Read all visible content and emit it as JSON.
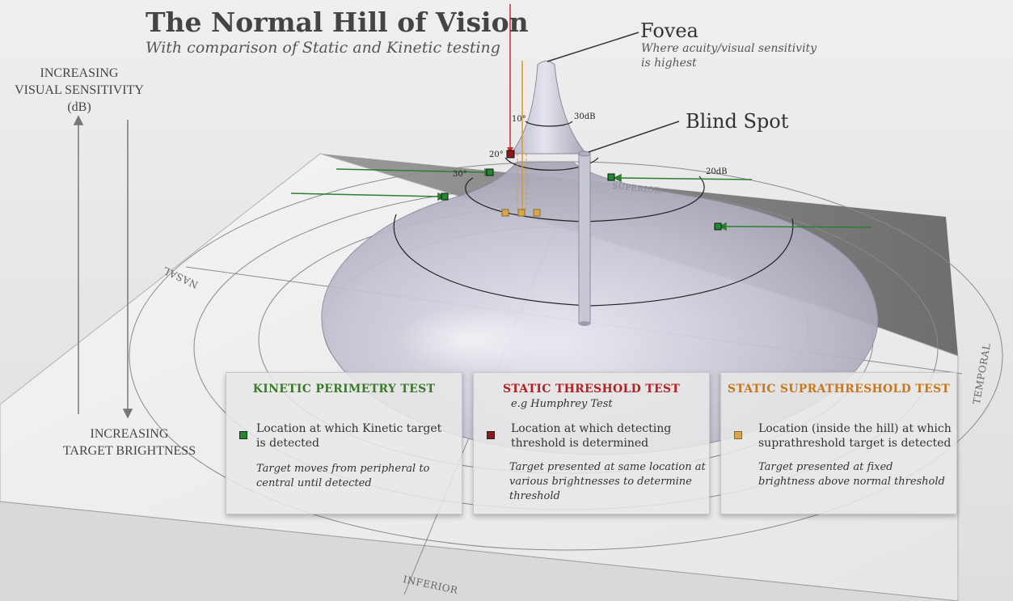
{
  "header": {
    "title": "The Normal Hill of Vision",
    "subtitle": "With comparison of Static and Kinetic testing"
  },
  "labels": {
    "fovea": "Fovea",
    "fovea_note": [
      "Where acuity/visual sensitivity",
      "is highest"
    ],
    "blind_spot": "Blind Spot",
    "sensitivity_axis": [
      "INCREASING",
      "VISUAL SENSITIVITY",
      "(dB)"
    ],
    "brightness_axis": [
      "INCREASING",
      "TARGET BRIGHTNESS"
    ]
  },
  "contours": {
    "db30": "30dB",
    "db20": "20dB",
    "deg10": "10°",
    "deg20": "20°",
    "deg30": "30°"
  },
  "directions": {
    "nasal": "NASAL",
    "temporal": "TEMPORAL",
    "superior": "SUPERIOR",
    "inferior": "INFERIOR"
  },
  "colors": {
    "kinetic": "#3a7a2a",
    "static_threshold": "#b52020",
    "suprathreshold": "#c9761c",
    "kinetic_marker": "#1f8a2e",
    "threshold_marker": "#8a1a1a",
    "supra_marker": "#d6a84a"
  },
  "panels": [
    {
      "id": "kinetic",
      "heading": "KINETIC PERIMETRY TEST",
      "subheading": "",
      "description": "Location at which Kinetic target is detected",
      "note": "Target moves from peripheral to central until detected"
    },
    {
      "id": "static",
      "heading": "STATIC THRESHOLD TEST",
      "subheading": "e.g Humphrey Test",
      "description": "Location at which detecting threshold is determined",
      "note": "Target presented at same location at various brightnesses to determine threshold"
    },
    {
      "id": "supra",
      "heading": "STATIC SUPRATHRESHOLD TEST",
      "subheading": "",
      "description": "Location (inside the hill) at which suprathreshold target is detected",
      "note": "Target presented at fixed brightness above normal threshold"
    }
  ]
}
